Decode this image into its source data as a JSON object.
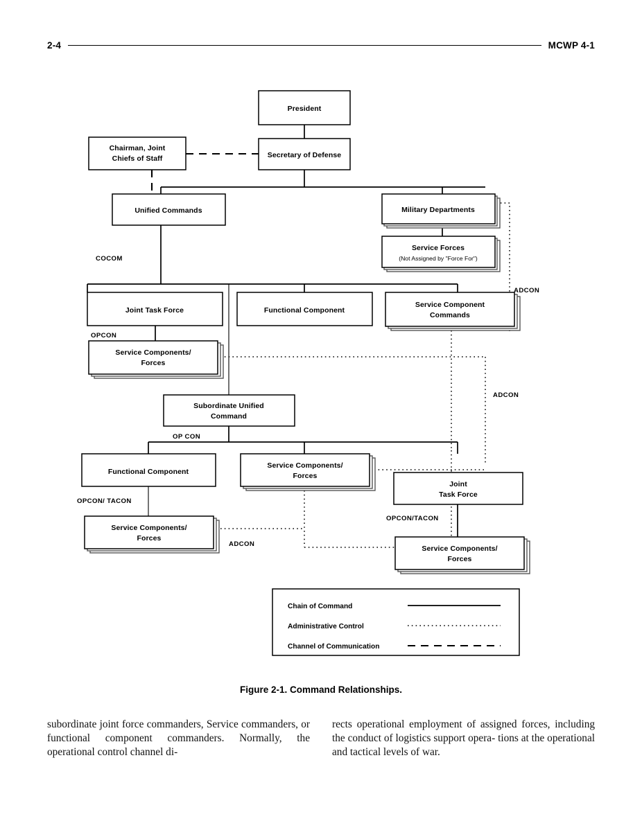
{
  "header": {
    "page_number": "2-4",
    "document": "MCWP 4-1"
  },
  "figure": {
    "caption": "Figure 2-1. Command Relationships.",
    "boxes": {
      "president": "President",
      "secdef": "Secretary of Defense",
      "cjcs_line1": "Chairman, Joint",
      "cjcs_line2": "Chiefs of Staff",
      "unified_commands": "Unified Commands",
      "military_departments": "Military Departments",
      "service_forces_title": "Service Forces",
      "service_forces_sub": "(Not Assigned by \"Force For\")",
      "joint_task_force": "Joint Task Force",
      "functional_component_top": "Functional Component",
      "service_component_commands_l1": "Service Component",
      "service_component_commands_l2": "Commands",
      "svc_comp_forces_l1": "Service Components/",
      "svc_comp_forces_l2": "Forces",
      "subordinate_unified_l1": "Subordinate Unified",
      "subordinate_unified_l2": "Command",
      "functional_component_bottom": "Functional Component",
      "jtf_lower_l1": "Joint",
      "jtf_lower_l2": "Task Force"
    },
    "labels": {
      "cocom": "COCOM",
      "opcon": "OPCON",
      "adcon": "ADCON",
      "opcon_spaced": "OP CON",
      "opcon_tacon_spaced": "OPCON/ TACON",
      "opcon_tacon": "OPCON/TACON"
    },
    "legend": {
      "chain_of_command": "Chain of Command",
      "administrative_control": "Administrative Control",
      "channel_of_communication": "Channel of Communication"
    }
  },
  "body": {
    "left_column": "subordinate joint force commanders, Service commanders, or functional component commanders. Normally, the operational control channel di-",
    "right_column": "rects operational employment of assigned forces, including the conduct of logistics support opera- tions at the operational and tactical levels of war."
  }
}
